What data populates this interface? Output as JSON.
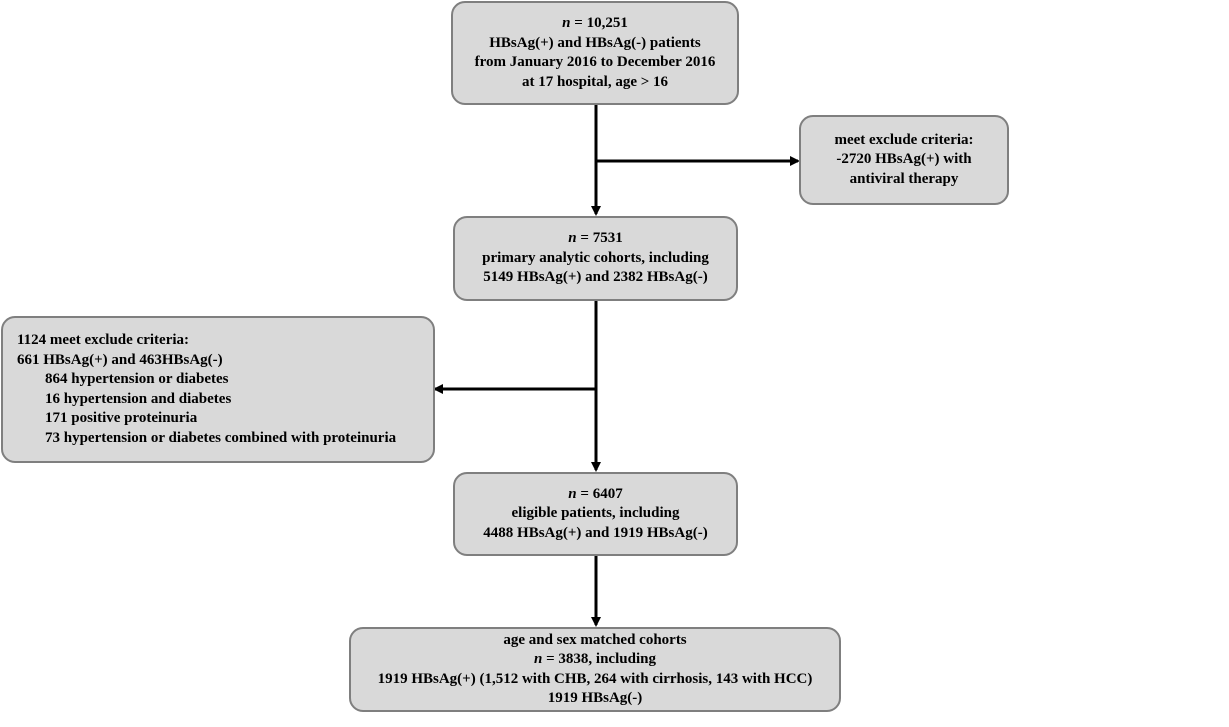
{
  "boxes": {
    "initial": {
      "n_label": "n",
      "n_value": " = 10,251",
      "line1": "HBsAg(+) and HBsAg(-) patients",
      "line2": "from January 2016 to December 2016",
      "line3": "at 17 hospital, age > 16"
    },
    "exclude1": {
      "line1": "meet exclude criteria:",
      "line2": "-2720 HBsAg(+) with",
      "line3": "antiviral therapy"
    },
    "primary": {
      "n_label": "n",
      "n_value": " = 7531",
      "line1": "primary analytic cohorts, including",
      "line2": "5149 HBsAg(+) and 2382 HBsAg(-)"
    },
    "exclude2": {
      "line1": "1124 meet exclude criteria:",
      "line2": "661 HBsAg(+) and 463HBsAg(-)",
      "items": [
        "864 hypertension or diabetes",
        "16 hypertension and diabetes",
        "171 positive proteinuria",
        "73 hypertension or diabetes combined with proteinuria"
      ]
    },
    "eligible": {
      "n_label": "n",
      "n_value": " = 6407",
      "line1": "eligible patients, including",
      "line2": "4488 HBsAg(+) and 1919 HBsAg(-)"
    },
    "matched": {
      "line1": "age and sex matched cohorts",
      "n_label": "n",
      "n_value": " = 3838, including",
      "line2": "1919 HBsAg(+) (1,512 with CHB, 264 with cirrhosis, 143 with HCC)",
      "line3": "1919 HBsAg(-)"
    }
  },
  "colors": {
    "box_fill": "#d9d9d9",
    "box_border": "#7f7f7f",
    "arrow": "#000000"
  }
}
